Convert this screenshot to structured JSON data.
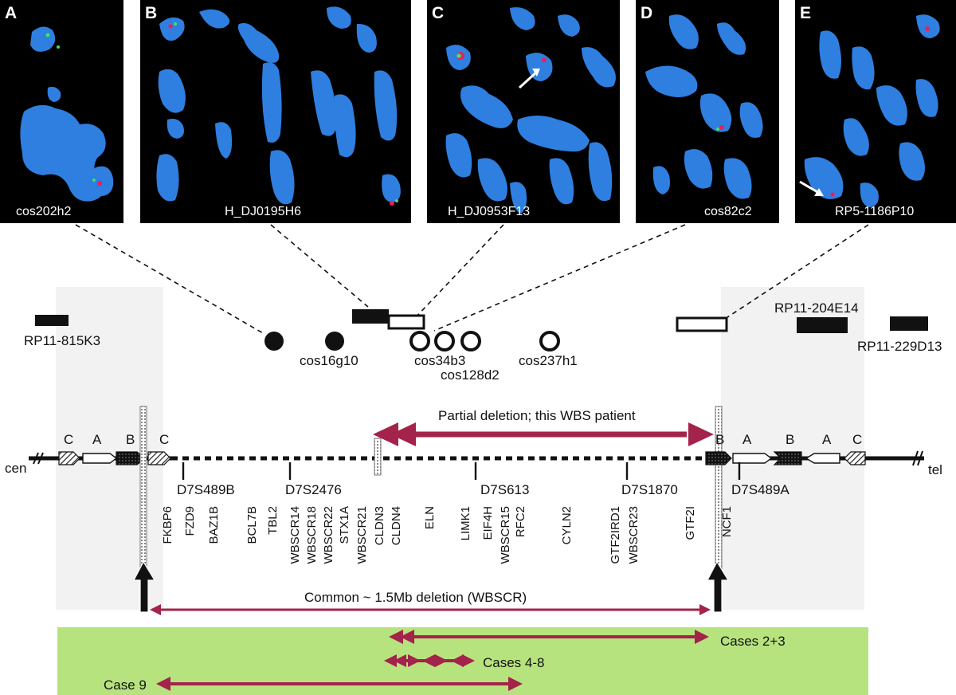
{
  "panels": [
    {
      "letter": "A",
      "caption": "cos202h2"
    },
    {
      "letter": "B",
      "caption": "H_DJ0195H6"
    },
    {
      "letter": "C",
      "caption": "H_DJ0953F13"
    },
    {
      "letter": "D",
      "caption": "cos82c2"
    },
    {
      "letter": "E",
      "caption": "RP5-1186P10"
    }
  ],
  "clones": {
    "rp11_815k3": "RP11-815K3",
    "cos16g10": "cos16g10",
    "cos34b3": "cos34b3",
    "cos128d2": "cos128d2",
    "cos237h1": "cos237h1",
    "rp11_204e14": "RP11-204E14",
    "rp11_229d13": "RP11-229D13"
  },
  "chromosome": {
    "cen": "cen",
    "tel": "tel",
    "blocks_left": [
      "C",
      "A",
      "B",
      "C"
    ],
    "blocks_right": [
      "B",
      "A",
      "B",
      "A",
      "C"
    ]
  },
  "markers": {
    "d7s489b": "D7S489B",
    "d7s2476": "D7S2476",
    "d7s613": "D7S613",
    "d7s1870": "D7S1870",
    "d7s489a": "D7S489A"
  },
  "genes": [
    "FKBP6",
    "FZD9",
    "BAZ1B",
    "BCL7B",
    "TBL2",
    "WBSCR14",
    "WBSCR18",
    "WBSCR22",
    "STX1A",
    "WBSCR21",
    "CLDN3",
    "CLDN4",
    "ELN",
    "LIMK1",
    "EIF4H",
    "WBSCR15",
    "RFC2",
    "CYLN2",
    "GTF2IRD1",
    "WBSCR23",
    "GTF2I",
    "NCF1"
  ],
  "deletions": {
    "partial": "Partial deletion; this WBS patient",
    "common": "Common ~ 1.5Mb deletion (WBSCR)",
    "cases_2_3": "Cases 2+3",
    "cases_4_8": "Cases 4-8",
    "case_9": "Case 9"
  },
  "colors": {
    "dapi": "#2e7fe0",
    "dapi_light": "#5aa4f2",
    "arrow": "#a3234a",
    "case_band": "#b7e37f",
    "shade": "#ebebeb"
  }
}
